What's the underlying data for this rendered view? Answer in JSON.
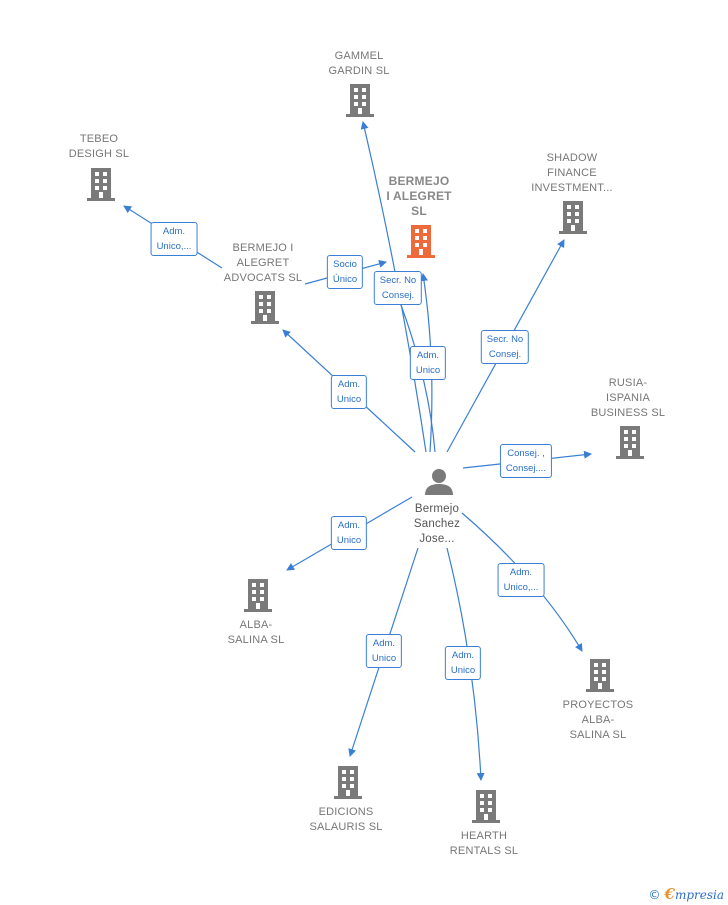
{
  "center": {
    "label": "Bermejo\nSanchez\nJose..."
  },
  "nodes": {
    "bermejo_alegret_sl": {
      "label": "BERMEJO\nI ALEGRET\nSL",
      "color": "#ef6a3a"
    },
    "gammel": {
      "label": "GAMMEL\nGARDIN  SL"
    },
    "tebeo": {
      "label": "TEBEO\nDESIGH SL"
    },
    "shadow": {
      "label": "SHADOW\nFINANCE\nINVESTMENT..."
    },
    "advocats": {
      "label": "BERMEJO I\nALEGRET\nADVOCATS  SL"
    },
    "rusia": {
      "label": "RUSIA-\nISPANIA\nBUSINESS SL"
    },
    "alba": {
      "label": "ALBA-\nSALINA  SL"
    },
    "proyectos": {
      "label": "PROYECTOS\nALBA-\nSALINA  SL"
    },
    "edicions": {
      "label": "EDICIONS\nSALAURIS SL"
    },
    "hearth": {
      "label": "HEARTH\nRENTALS  SL"
    }
  },
  "edges": {
    "adm_unico_tebeo": "Adm.\nUnico,...",
    "socio_unico": "Socio\nÚnico",
    "secr_no_consej_bermejo": "Secr.  No\nConsej.",
    "adm_unico_gammel": "Adm.\nUnico",
    "secr_no_consej_shadow": "Secr.  No\nConsej.",
    "adm_unico_advocats": "Adm.\nUnico",
    "consej_rusia": "Consej. ,\nConsej....",
    "adm_unico_alba": "Adm.\nUnico",
    "adm_unico_proyectos": "Adm.\nUnico,...",
    "adm_unico_edicions": "Adm.\nUnico",
    "adm_unico_hearth": "Adm.\nUnico"
  },
  "colors": {
    "edge": "#3a7fd5",
    "building": "#7a7a7a",
    "highlight": "#ef6a3a",
    "person": "#7a7a7a"
  },
  "icons": {
    "building": "building-icon",
    "person": "person-icon"
  },
  "footer": {
    "copyright": "©",
    "brand_initial": "€",
    "brand_rest": "mpresia"
  }
}
